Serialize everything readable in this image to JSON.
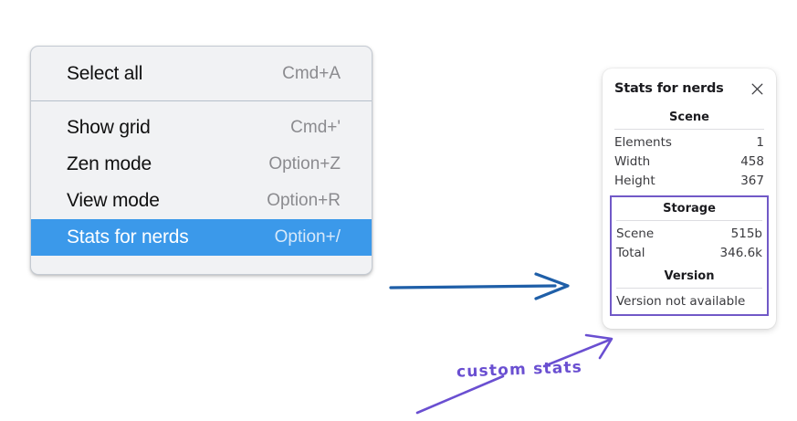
{
  "context_menu": {
    "sections": [
      {
        "items": [
          {
            "label": "Select all",
            "shortcut": "Cmd+A",
            "selected": false
          }
        ]
      },
      {
        "items": [
          {
            "label": "Show grid",
            "shortcut": "Cmd+'",
            "selected": false
          },
          {
            "label": "Zen mode",
            "shortcut": "Option+Z",
            "selected": false
          },
          {
            "label": "View mode",
            "shortcut": "Option+R",
            "selected": false
          },
          {
            "label": "Stats for nerds",
            "shortcut": "Option+/",
            "selected": true
          }
        ]
      }
    ],
    "highlight_color": "#3b99ea"
  },
  "stats_panel": {
    "title": "Stats for nerds",
    "close_icon": "close-icon",
    "scene": {
      "heading": "Scene",
      "rows": [
        {
          "key": "Elements",
          "value": "1"
        },
        {
          "key": "Width",
          "value": "458"
        },
        {
          "key": "Height",
          "value": "367"
        }
      ]
    },
    "storage": {
      "heading": "Storage",
      "rows": [
        {
          "key": "Scene",
          "value": "515b"
        },
        {
          "key": "Total",
          "value": "346.6k"
        }
      ]
    },
    "version": {
      "heading": "Version",
      "text": "Version not available"
    },
    "highlight_border_color": "#7159c7"
  },
  "annotations": {
    "handwritten_label": "custom stats",
    "handwritten_color": "#6a4fd1",
    "blue_arrow_color": "#1f5fa8"
  }
}
